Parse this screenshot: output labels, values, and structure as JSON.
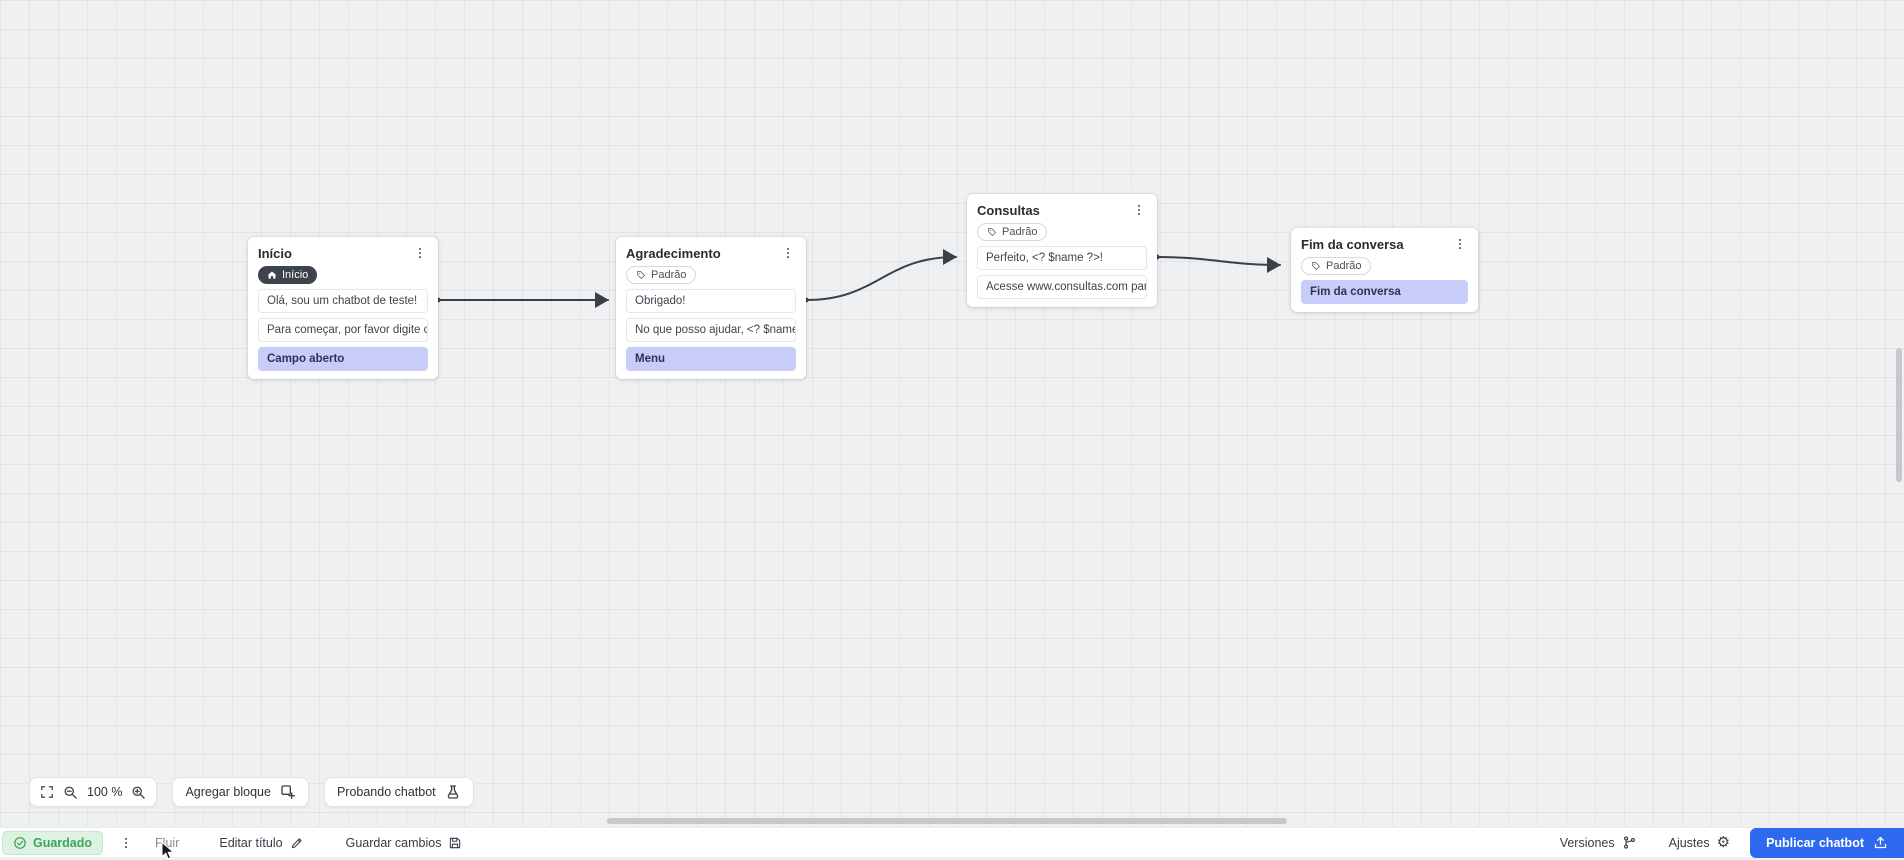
{
  "colors": {
    "accent_blue": "#2e6af0",
    "success_green": "#3da45c",
    "success_bg": "#def2e3",
    "highlight_item_bg": "#c7ccf8",
    "edge": "#3a4047"
  },
  "icons": {
    "settings_glyph": "⚙"
  },
  "canvas": {
    "zoom_level": "100 %",
    "toolbar": {
      "add_block_label": "Agregar bloque",
      "test_chatbot_label": "Probando chatbot"
    },
    "nodes": [
      {
        "title": "Início",
        "badge": "Início",
        "items": [
          {
            "text": "Olá, sou um chatbot de teste!"
          },
          {
            "text": "Para começar, por favor digite o ..."
          },
          {
            "text": "Campo aberto"
          }
        ]
      },
      {
        "title": "Agradecimento",
        "badge": "Padrão",
        "items": [
          {
            "text": "Obrigado!"
          },
          {
            "text": "No que posso ajudar, <? $name ..."
          },
          {
            "text": "Menu"
          }
        ]
      },
      {
        "title": "Consultas",
        "badge": "Padrão",
        "items": [
          {
            "text": "Perfeito, <? $name ?>!"
          },
          {
            "text": "Acesse www.consultas.com par..."
          }
        ]
      },
      {
        "title": "Fim da conversa",
        "badge": "Padrão",
        "items": [
          {
            "text": "Fim da conversa"
          }
        ]
      }
    ]
  },
  "footer": {
    "saved_label": "Guardado",
    "flow_label": "Fluir",
    "edit_title_label": "Editar título",
    "save_changes_label": "Guardar cambios",
    "versions_label": "Versiones",
    "settings_label": "Ajustes",
    "publish_label": "Publicar chatbot"
  }
}
